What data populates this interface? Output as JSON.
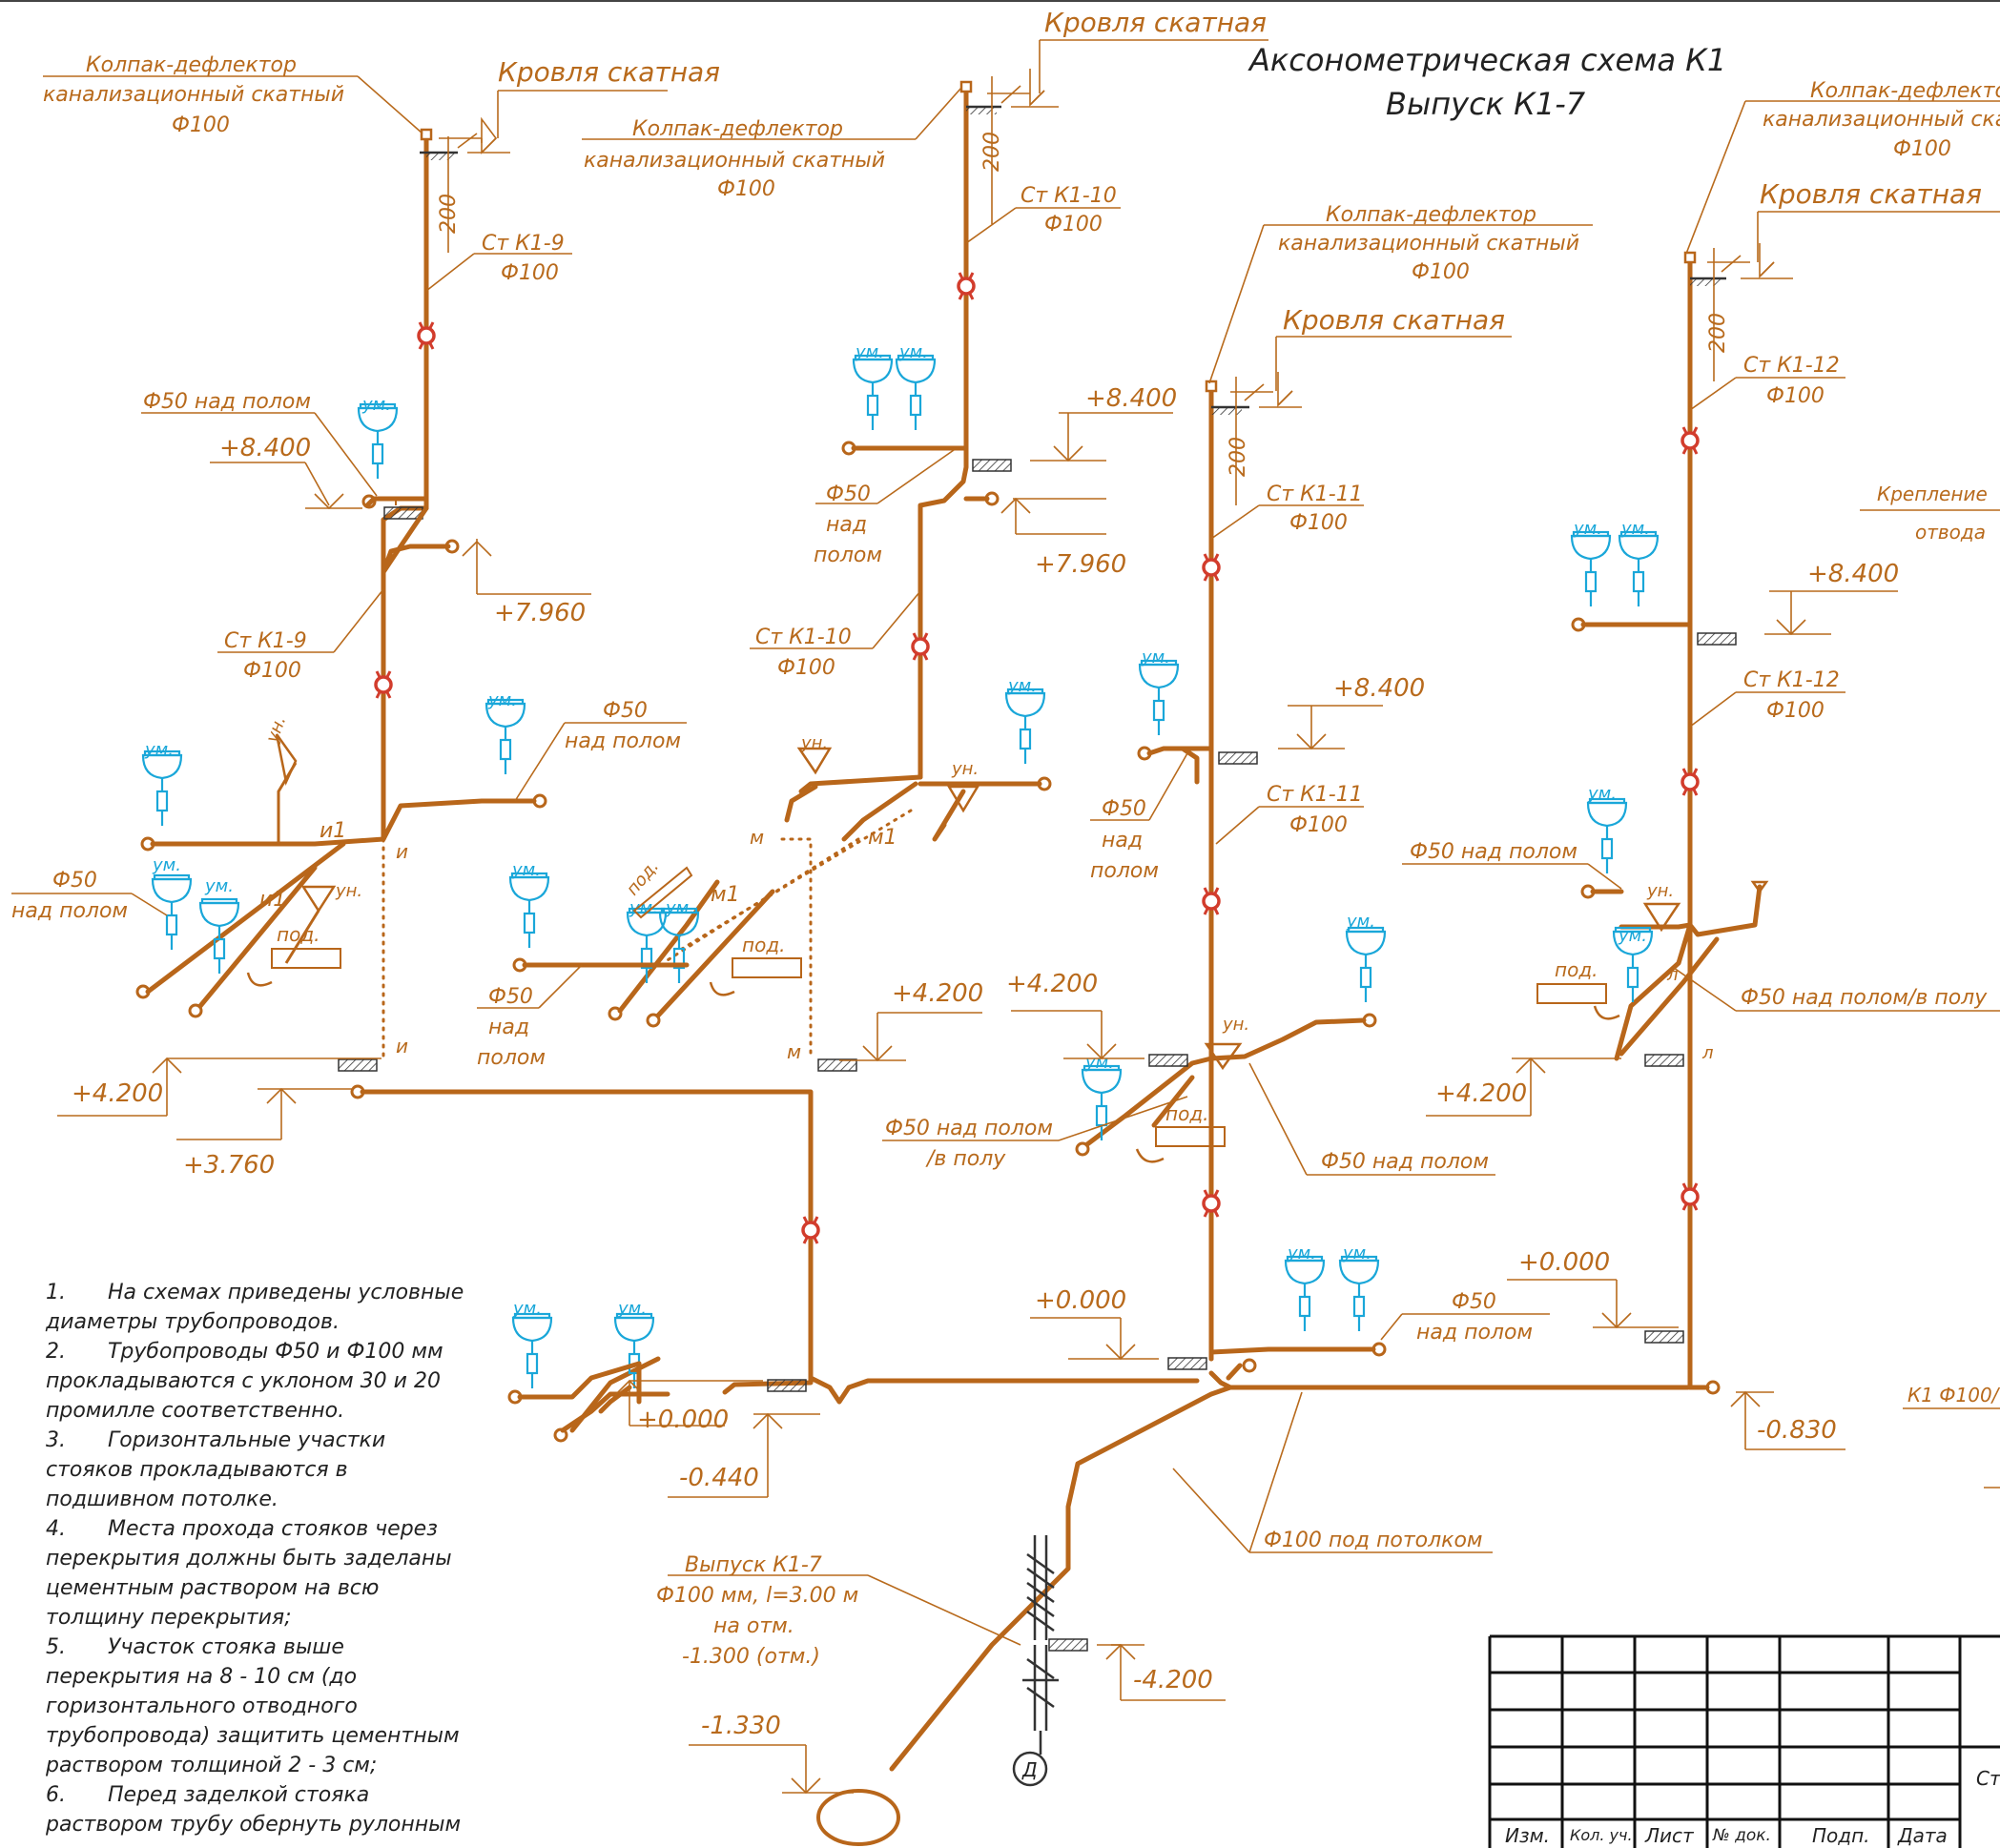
{
  "title": {
    "line1": "Аксонометрическая схема К1",
    "line2": "Выпуск К1-7"
  },
  "roof": {
    "label": "Кровля скатная",
    "cap_line1": "Колпак-дефлектор",
    "cap_line2": "канализационный скатный",
    "cap_diam": "Ф100",
    "offset": "200"
  },
  "risers": {
    "k1_9": {
      "name": "Ст К1-9",
      "diam": "Ф100"
    },
    "k1_10": {
      "name": "Ст К1-10",
      "diam": "Ф100"
    },
    "k1_11": {
      "name": "Ст К1-11",
      "diam": "Ф100"
    },
    "k1_12": {
      "name": "Ст К1-12",
      "diam": "Ф100"
    }
  },
  "marks": {
    "m8400": "+8.400",
    "m7960": "+7.960",
    "m4200": "+4.200",
    "m3760": "+3.760",
    "m0000": "+0.000",
    "m0440": "-0.440",
    "m0830": "-0.830",
    "m4200neg": "-4.200",
    "m1330": "-1.330"
  },
  "pipes": {
    "f50_over_floor": "Ф50 над полом",
    "f50": "Ф50",
    "over": "над",
    "floor": "полом",
    "f50_over_floor_in_floor": "Ф50 над полом/в полу",
    "in_floor": "/в полу",
    "f100_under_ceiling": "Ф100 под потолком",
    "fastening_line1": "Крепление",
    "fastening_line2": "отвода",
    "k1_label": "К1 Ф100/"
  },
  "fixtures": {
    "washbasin": "ум.",
    "toilet": "ун.",
    "tray": "под."
  },
  "node_letters": {
    "i": "и",
    "i1": "и1",
    "m": "м",
    "m1": "м1",
    "l": "л"
  },
  "outlet": {
    "name": "Выпуск К1-7",
    "spec": "Ф100 мм, l=3.00 м",
    "at": "на отм.",
    "level": "-1.300 (отм.)",
    "well": "Д"
  },
  "notes": [
    "1.  На схемах приведены условные",
    "диаметры трубопроводов.",
    "2.  Трубопроводы Ф50 и Ф100 мм",
    "прокладываются с уклоном 30 и 20",
    "промилле соответственно.",
    "3.  Горизонтальные участки",
    "стояков прокладываются в",
    "подшивном потолке.",
    "4.  Места прохода стояков через",
    "перекрытия должны быть заделаны",
    "цементным раствором на всю",
    "толщину перекрытия;",
    "5.  Участок стояка выше",
    "перекрытия на 8 - 10 см (до",
    "горизонтального отводного",
    "трубопровода) защитить цементным",
    "раствором толщиной 2 - 3 см;",
    "6.  Перед заделкой стояка",
    "раствором трубу обернуть рулонным"
  ],
  "title_block": {
    "headers": [
      "Изм.",
      "Кол. уч.",
      "Лист",
      "№ док.",
      "Подп.",
      "Дата"
    ],
    "partial": "Ст"
  },
  "colors": {
    "pipe": "#b8661a",
    "label": "#b86a1c",
    "fixture": "#1aa7d9",
    "revision": "#d23c2c",
    "text_dark": "#222222"
  }
}
